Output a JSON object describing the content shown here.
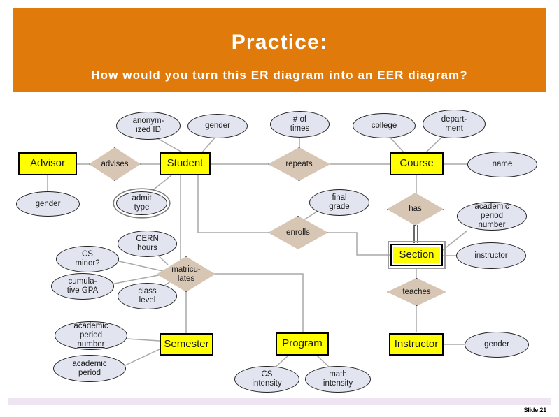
{
  "header": {
    "title": "Practice:",
    "subtitle": "How would you turn this ER diagram into an EER diagram?",
    "banner_color": "#E07B0B"
  },
  "footer": {
    "slide_number": "Slide 21",
    "bar_color": "#EFE4F2"
  },
  "palette": {
    "entity_fill": "#FFFF00",
    "attribute_fill": "#E2E5F0",
    "relationship_fill": "#D8C6B4",
    "line_color": "#A9A9A9",
    "border_color": "#000000"
  },
  "diagram": {
    "type": "er-diagram",
    "entities": [
      {
        "id": "advisor",
        "label": "Advisor",
        "weak": false
      },
      {
        "id": "student",
        "label": "Student",
        "weak": false
      },
      {
        "id": "course",
        "label": "Course",
        "weak": false
      },
      {
        "id": "section",
        "label": "Section",
        "weak": true
      },
      {
        "id": "semester",
        "label": "Semester",
        "weak": false
      },
      {
        "id": "program",
        "label": "Program",
        "weak": false
      },
      {
        "id": "instructor",
        "label": "Instructor",
        "weak": false
      }
    ],
    "relationships": [
      {
        "id": "advises",
        "label": "advises"
      },
      {
        "id": "repeats",
        "label": "repeats"
      },
      {
        "id": "has",
        "label": "has"
      },
      {
        "id": "enrolls",
        "label": "enrolls"
      },
      {
        "id": "matriculates",
        "label": "matricu-\nlates"
      },
      {
        "id": "teaches",
        "label": "teaches"
      }
    ],
    "attributes": [
      {
        "id": "advisor-gender",
        "label": "gender",
        "owner": "advisor",
        "multivalued": false,
        "key": false
      },
      {
        "id": "anonymized-id",
        "label": "anonym-\nized ID",
        "owner": "student",
        "multivalued": false,
        "key": false
      },
      {
        "id": "student-gender",
        "label": "gender",
        "owner": "student",
        "multivalued": false,
        "key": false
      },
      {
        "id": "admit-type",
        "label": "admit\ntype",
        "owner": "student",
        "multivalued": true,
        "key": false
      },
      {
        "id": "num-of-times",
        "label": "# of\ntimes",
        "owner": "repeats",
        "multivalued": false,
        "key": false
      },
      {
        "id": "college",
        "label": "college",
        "owner": "course",
        "multivalued": false,
        "key": false
      },
      {
        "id": "department",
        "label": "depart-\nment",
        "owner": "course",
        "multivalued": false,
        "key": false
      },
      {
        "id": "course-name",
        "label": "name",
        "owner": "course",
        "multivalued": false,
        "key": false
      },
      {
        "id": "final-grade",
        "label": "final\ngrade",
        "owner": "enrolls",
        "multivalued": false,
        "key": false
      },
      {
        "id": "section-apn",
        "label": "academic\nperiod\nnumber",
        "owner": "section",
        "multivalued": false,
        "key": true
      },
      {
        "id": "section-instructor",
        "label": "instructor",
        "owner": "section",
        "multivalued": false,
        "key": false
      },
      {
        "id": "cern-hours",
        "label": "CERN\nhours",
        "owner": "matriculates",
        "multivalued": false,
        "key": false
      },
      {
        "id": "cs-minor",
        "label": "CS\nminor?",
        "owner": "matriculates",
        "multivalued": false,
        "key": false
      },
      {
        "id": "cumulative-gpa",
        "label": "cumula-\ntive GPA",
        "owner": "matriculates",
        "multivalued": false,
        "key": false
      },
      {
        "id": "class-level",
        "label": "class\nlevel",
        "owner": "matriculates",
        "multivalued": false,
        "key": false
      },
      {
        "id": "semester-apn",
        "label": "academic\nperiod\nnumber",
        "owner": "semester",
        "multivalued": false,
        "key": true
      },
      {
        "id": "academic-period",
        "label": "academic\nperiod",
        "owner": "semester",
        "multivalued": false,
        "key": false
      },
      {
        "id": "cs-intensity",
        "label": "CS\nintensity",
        "owner": "program",
        "multivalued": false,
        "key": false
      },
      {
        "id": "math-intensity",
        "label": "math\nintensity",
        "owner": "program",
        "multivalued": false,
        "key": false
      },
      {
        "id": "instructor-gender",
        "label": "gender",
        "owner": "instructor",
        "multivalued": false,
        "key": false
      }
    ],
    "connections": [
      {
        "from": "advisor",
        "to": "advises"
      },
      {
        "from": "advises",
        "to": "student"
      },
      {
        "from": "student",
        "to": "repeats"
      },
      {
        "from": "repeats",
        "to": "course"
      },
      {
        "from": "course",
        "to": "has",
        "identifying": true
      },
      {
        "from": "has",
        "to": "section",
        "identifying": true
      },
      {
        "from": "student",
        "to": "enrolls"
      },
      {
        "from": "enrolls",
        "to": "section"
      },
      {
        "from": "student",
        "to": "matriculates"
      },
      {
        "from": "matriculates",
        "to": "semester"
      },
      {
        "from": "matriculates",
        "to": "program"
      },
      {
        "from": "section",
        "to": "teaches"
      },
      {
        "from": "teaches",
        "to": "instructor"
      }
    ]
  }
}
